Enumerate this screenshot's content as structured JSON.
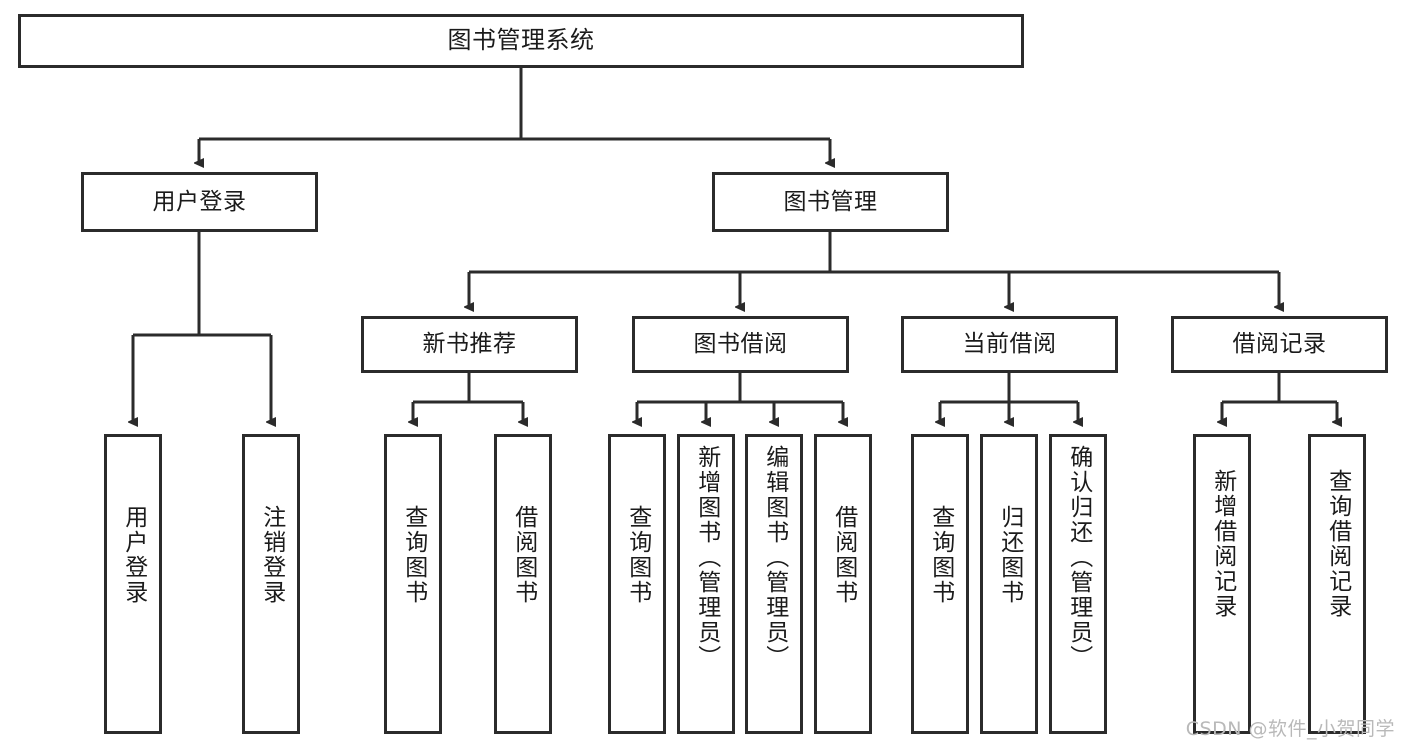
{
  "diagram": {
    "title": "图书管理系统",
    "type": "tree-hierarchy",
    "colors": {
      "box_border": "#2b2b2b",
      "box_fill": "#ffffff",
      "connector": "#2b2b2b",
      "text": "#1b1b1b",
      "watermark": "#b9b9b9",
      "background": "#ffffff"
    },
    "root": {
      "label": "图书管理系统"
    },
    "level2": [
      {
        "label": "用户登录"
      },
      {
        "label": "图书管理"
      }
    ],
    "level3": [
      {
        "label": "新书推荐"
      },
      {
        "label": "图书借阅"
      },
      {
        "label": "当前借阅"
      },
      {
        "label": "借阅记录"
      }
    ],
    "leaves": {
      "user_login": [
        {
          "label": "用户登录"
        },
        {
          "label": "注销登录"
        }
      ],
      "new_book_recommend": [
        {
          "label": "查询图书"
        },
        {
          "label": "借阅图书"
        }
      ],
      "book_borrow": [
        {
          "label": "查询图书"
        },
        {
          "label": "新增图书（管理员）"
        },
        {
          "label": "编辑图书（管理员）"
        },
        {
          "label": "借阅图书"
        }
      ],
      "current_borrow": [
        {
          "label": "查询图书"
        },
        {
          "label": "归还图书"
        },
        {
          "label": "确认归还（管理员）"
        }
      ],
      "borrow_record": [
        {
          "label": "新增借阅记录"
        },
        {
          "label": "查询借阅记录"
        }
      ]
    }
  },
  "watermark": {
    "text": "CSDN @软件_小贺同学"
  }
}
